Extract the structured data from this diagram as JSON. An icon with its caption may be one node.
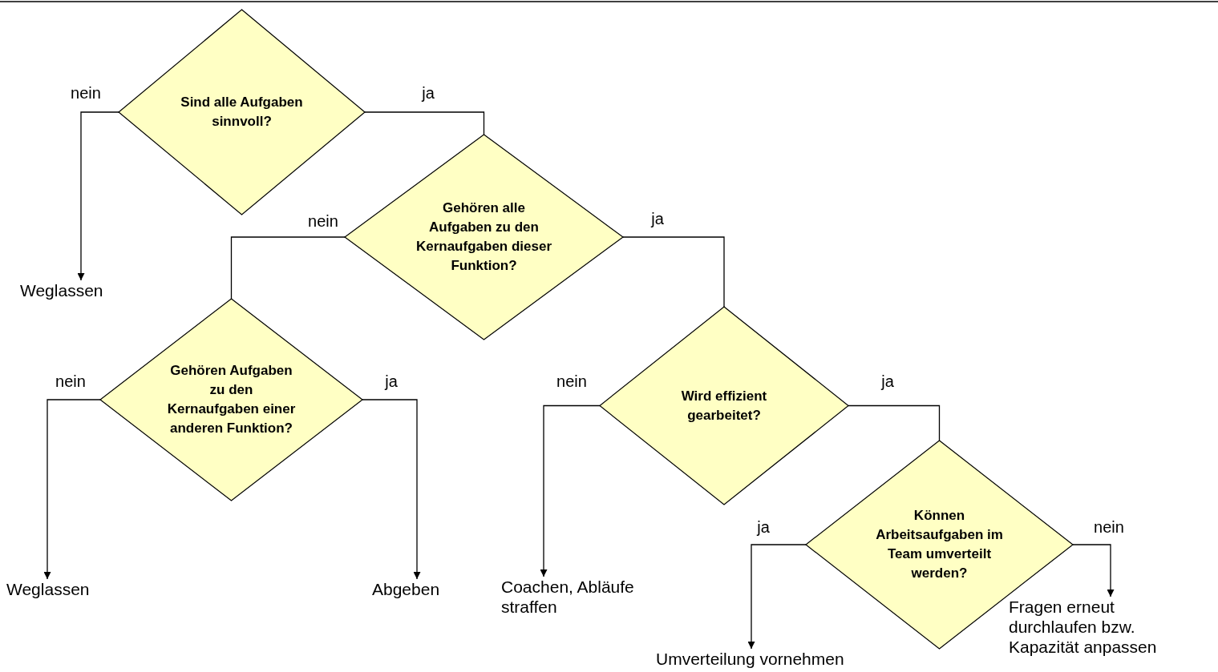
{
  "diagram": {
    "nodes": [
      {
        "text": [
          "Sind alle Aufgaben sinnvoll?"
        ]
      },
      {
        "text": [
          "Weglassen"
        ]
      },
      {
        "text": [
          "Gehören alle Aufgaben zu den Kernaufgaben dieser Funktion?"
        ]
      },
      {
        "text": [
          "Gehören Aufgaben zu den Kernaufgaben einer anderen Funktion?"
        ]
      },
      {
        "text": [
          "Weglassen"
        ]
      },
      {
        "text": [
          "Abgeben"
        ]
      },
      {
        "text": [
          "Wird effizient gearbeitet?"
        ]
      },
      {
        "text": [
          "Coachen, Abläufe straffen"
        ]
      },
      {
        "text": [
          "Können Arbeitsaufgaben im Team umverteilt werden?"
        ]
      },
      {
        "text": [
          "Umverteilung vornehmen"
        ]
      },
      {
        "text": [
          "Fragen erneut durchlaufen bzw. Kapazität anpassen"
        ]
      }
    ],
    "edges": [
      {
        "from": 0,
        "to": 1,
        "arrow": "to",
        "label": "nein"
      },
      {
        "from": 0,
        "to": 2,
        "arrow": "none",
        "label": "ja"
      },
      {
        "from": 2,
        "to": 3,
        "arrow": "none",
        "label": "nein"
      },
      {
        "from": 2,
        "to": 6,
        "arrow": "none",
        "label": "ja"
      },
      {
        "from": 3,
        "to": 4,
        "arrow": "to",
        "label": "nein"
      },
      {
        "from": 3,
        "to": 5,
        "arrow": "to",
        "label": "ja"
      },
      {
        "from": 6,
        "to": 7,
        "arrow": "to",
        "label": "nein"
      },
      {
        "from": 6,
        "to": 8,
        "arrow": "none",
        "label": "ja"
      },
      {
        "from": 8,
        "to": 9,
        "arrow": "to",
        "label": "ja"
      },
      {
        "from": 8,
        "to": 10,
        "arrow": "to",
        "label": "nein"
      }
    ]
  }
}
